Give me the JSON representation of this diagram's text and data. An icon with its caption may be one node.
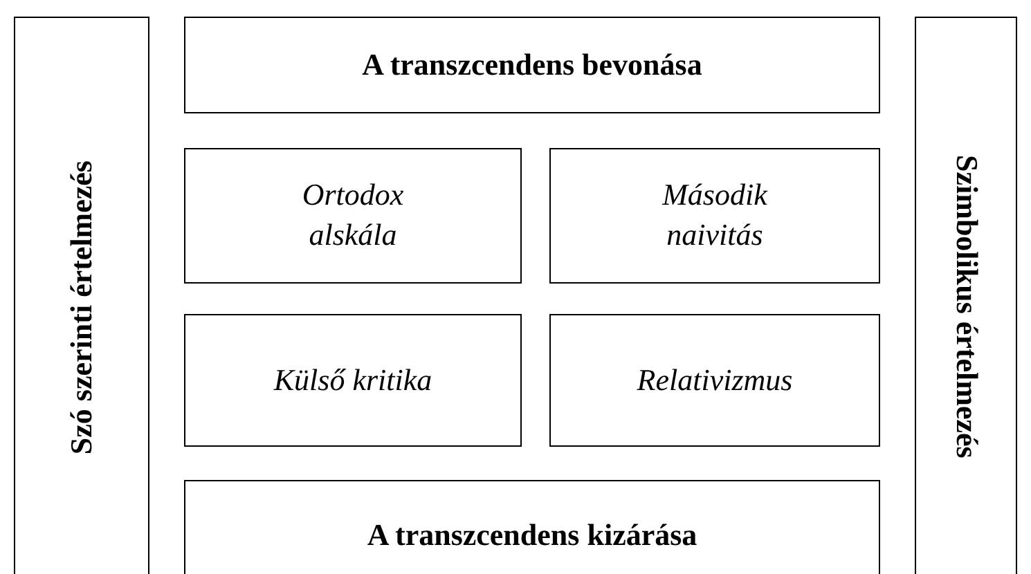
{
  "diagram": {
    "nodes": [
      {
        "text": [
          "Szó szerinti értelmezés"
        ]
      },
      {
        "text": [
          "A transzcendens bevonása"
        ]
      },
      {
        "text": [
          "Ortodox alskála"
        ]
      },
      {
        "text": [
          "Második naivitás"
        ]
      },
      {
        "text": [
          "Külső kritika"
        ]
      },
      {
        "text": [
          "Relativizmus"
        ]
      },
      {
        "text": [
          "A transzcendens kizárása"
        ]
      },
      {
        "text": [
          "Szimbolikus értelmezés"
        ]
      }
    ]
  }
}
